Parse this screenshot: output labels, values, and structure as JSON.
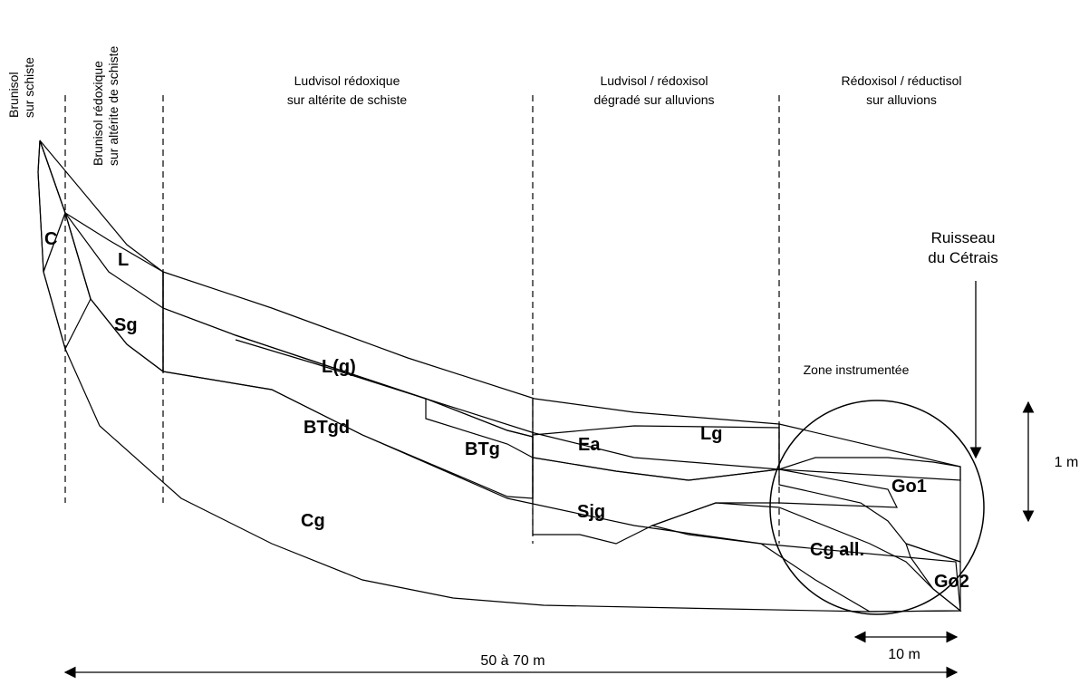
{
  "headers": {
    "brunisol": [
      "Brunisol",
      "sur schiste"
    ],
    "brunisol_redox": [
      "Brunisol rédoxique",
      "sur altérite de schiste"
    ],
    "ludvisol_redox": [
      "Ludvisol rédoxique",
      "sur altérite de schiste"
    ],
    "ludvisol_degrade": [
      "Ludvisol / rédoxisol",
      "dégradé sur alluvions"
    ],
    "redoxisol": [
      "Rédoxisol / réductisol",
      "sur alluvions"
    ]
  },
  "horizons": {
    "C": "C",
    "L": "L",
    "Sg": "Sg",
    "Lg_paren": "L(g)",
    "BTgd": "BTgd",
    "BTg": "BTg",
    "Ea": "Ea",
    "Lg": "Lg",
    "Sjg": "Sjg",
    "Cg": "Cg",
    "Cg_all": "Cg all.",
    "Go1": "Go1",
    "Go2": "Go2"
  },
  "annotations": {
    "stream": [
      "Ruisseau",
      "du Cétrais"
    ],
    "zone": "Zone instrumentée"
  },
  "dimensions": {
    "total_length": "50 à 70 m",
    "zone_width": "10 m",
    "zone_height": "1 m"
  },
  "colors": {
    "L_fill": "#a6a6a6",
    "go1_fill": "#ccccff",
    "go2_fill": "#8080ee",
    "checker_fill": "#bfbfbf",
    "hatch_line": "#9a9a9a"
  }
}
